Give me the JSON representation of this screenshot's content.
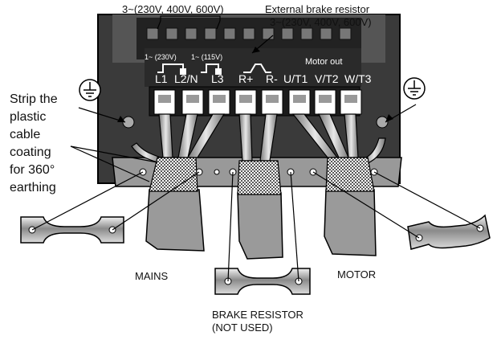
{
  "labels": {
    "top_voltage": "3~(230V, 400V, 600V)",
    "ext_brake_line1": "External brake resistor",
    "ext_brake_line2": "3~(230V, 400V, 600V)",
    "one_phase_230": "1~ (230V)",
    "one_phase_115": "1~ (115V)",
    "motor_out": "Motor out",
    "strip_lines": [
      "Strip the",
      "plastic",
      "cable",
      "coating",
      "for 360°",
      "earthing"
    ],
    "mains": "MAINS",
    "motor": "MOTOR",
    "brake_line1": "BRAKE RESISTOR",
    "brake_line2": "(NOT USED)"
  },
  "terminals": [
    "L1",
    "L2/N",
    "L3",
    "R+",
    "R-",
    "U/T1",
    "V/T2",
    "W/T3"
  ],
  "icons": [
    "earth-ground-icon-left",
    "earth-ground-icon-right"
  ]
}
